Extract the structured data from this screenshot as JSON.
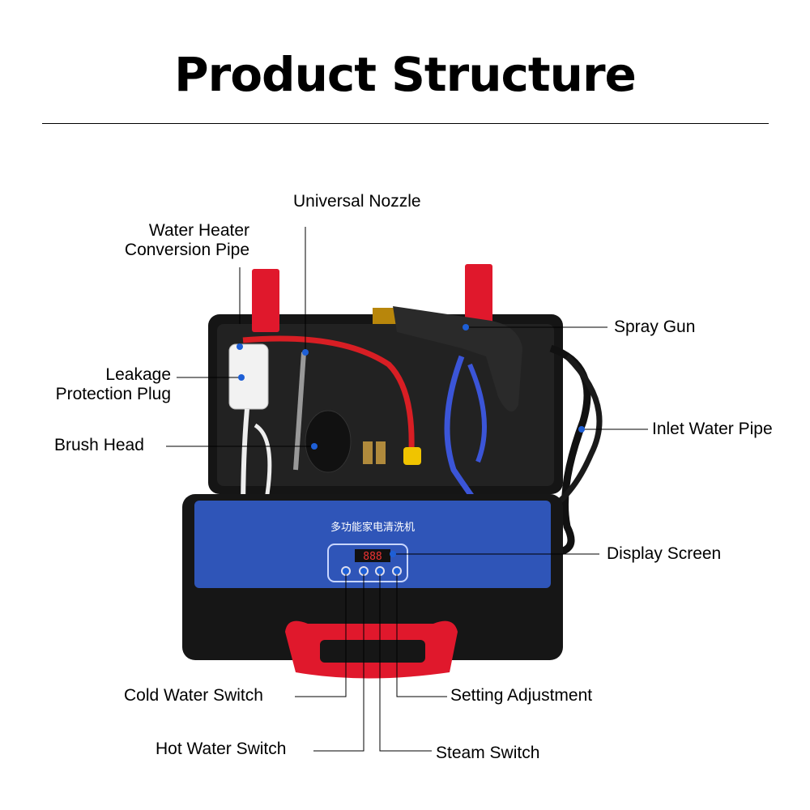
{
  "title": "Product Structure",
  "labels": {
    "universal_nozzle": "Universal Nozzle",
    "water_heater_line1": "Water Heater",
    "water_heater_line2": "Conversion Pipe",
    "leakage_line1": "Leakage",
    "leakage_line2": "Protection Plug",
    "brush_head": "Brush Head",
    "spray_gun": "Spray Gun",
    "inlet_water_pipe": "Inlet Water Pipe",
    "display_screen": "Display Screen",
    "cold_water_switch": "Cold Water Switch",
    "hot_water_switch": "Hot Water Switch",
    "setting_adjustment": "Setting Adjustment",
    "steam_switch": "Steam Switch"
  },
  "device": {
    "panel_title": "多功能家电清洗机",
    "display_value": "888"
  },
  "colors": {
    "case": "#1a1a1a",
    "panel": "#2f55b8",
    "accent_red": "#e0182c",
    "dot_blue": "#1e5fd6",
    "hose_blue": "#3b55d8"
  }
}
